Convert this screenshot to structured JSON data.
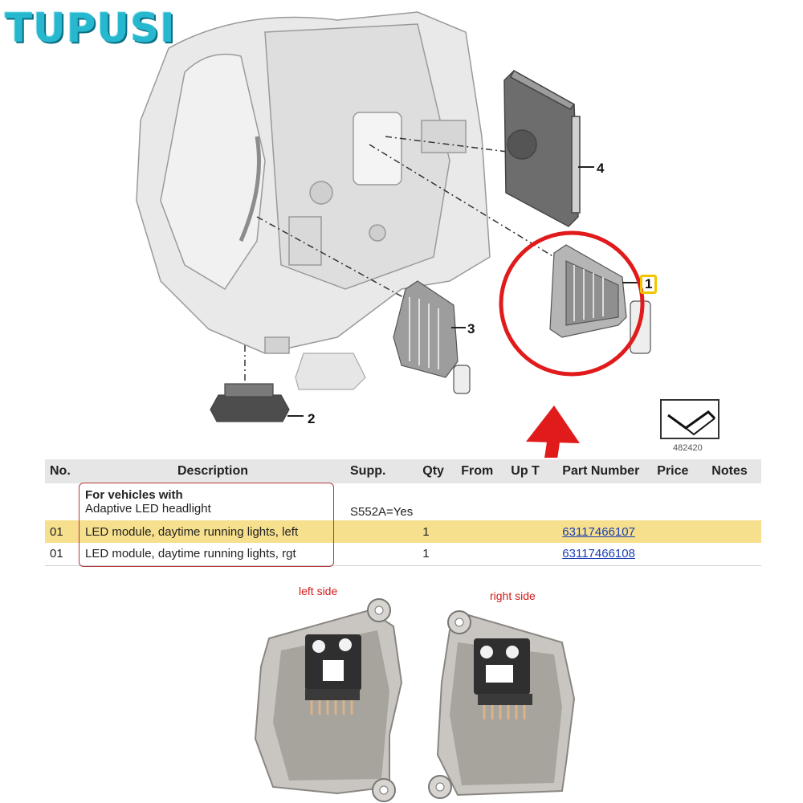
{
  "brand": {
    "name": "TUPUSI",
    "color": "#27b7cf"
  },
  "diagram": {
    "callouts": [
      "1",
      "2",
      "3",
      "4"
    ],
    "reference_number": "482420",
    "highlight_color": "#e11b1b"
  },
  "table": {
    "headers": {
      "no": "No.",
      "description": "Description",
      "supp": "Supp.",
      "qty": "Qty",
      "from": "From",
      "up_to": "Up T",
      "part_number": "Part Number",
      "price": "Price",
      "notes": "Notes"
    },
    "group": {
      "heading": "For vehicles with",
      "subheading": "Adaptive LED headlight",
      "supp": "S552A=Yes"
    },
    "rows": [
      {
        "no": "01",
        "description": "LED module, daytime running lights, left",
        "qty": "1",
        "part_number": "63117466107"
      },
      {
        "no": "01",
        "description": "LED module, daytime running lights, rgt",
        "qty": "1",
        "part_number": "63117466108"
      }
    ],
    "highlight_color": "#f6e08e"
  },
  "photos": {
    "left_label": "left side",
    "right_label": "right side"
  }
}
